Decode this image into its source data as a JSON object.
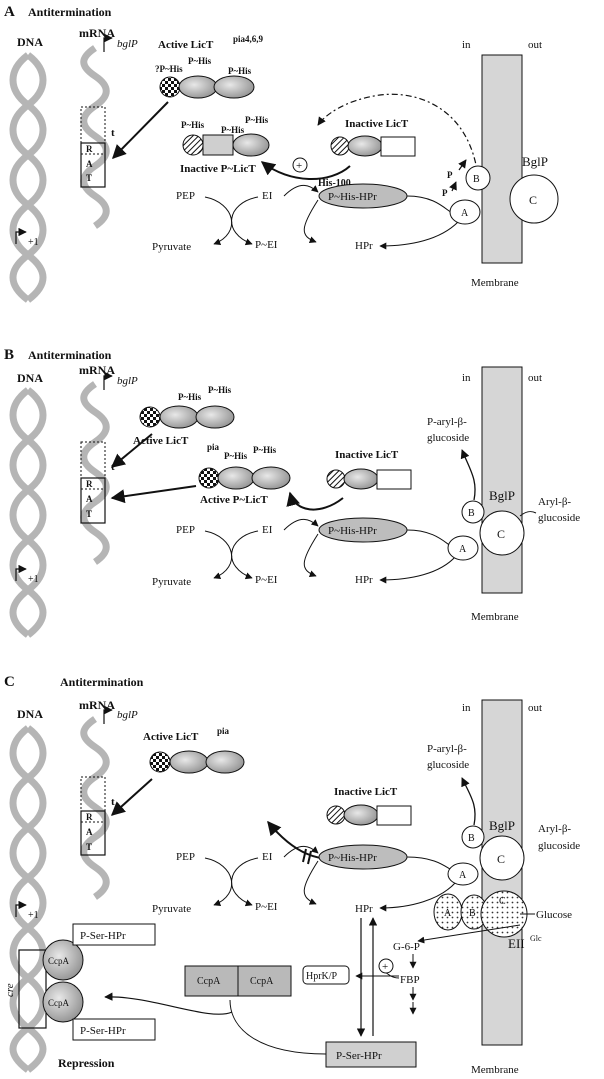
{
  "colors": {
    "dna": "#b5b5b5",
    "membrane": "#d6d6d6",
    "stroke": "#111111"
  },
  "icons": [
    "dna-helix",
    "mrna-strand",
    "domain-checkered-circle",
    "domain-hatched-circle",
    "domain-dotted-circle",
    "gray-oval",
    "gray-rectangle"
  ],
  "panelA": {
    "letter": "A",
    "title": "Antitermination",
    "dna": "DNA",
    "mrna": "mRNA",
    "gene": "bglP",
    "rat": [
      "R",
      "A",
      "T"
    ],
    "t": "t",
    "plus1": "+1",
    "active_label": "Active LicT",
    "active_sup": "pia4,6,9",
    "active_phos": [
      "?P~His",
      "P~His",
      "P~His"
    ],
    "inactive_plicT": "Inactive P~LicT",
    "inactive_plicT_phos": [
      "P~His",
      "P~His",
      "P~His"
    ],
    "inactive_licT": "Inactive LicT",
    "plus": "+",
    "his100": "His-100",
    "pep": "PEP",
    "ei": "EI",
    "pyruvate": "Pyruvate",
    "p_ei": "P~EI",
    "p_his_hpr": "P~His-HPr",
    "hpr": "HPr",
    "dom_a": "A",
    "dom_b": "B",
    "dom_c": "C",
    "p": "P",
    "bglp": "BglP",
    "in": "in",
    "out": "out",
    "membrane": "Membrane"
  },
  "panelB": {
    "letter": "B",
    "title": "Antitermination",
    "dna": "DNA",
    "mrna": "mRNA",
    "gene": "bglP",
    "rat": [
      "R",
      "A",
      "T"
    ],
    "t": "t",
    "plus1": "+1",
    "active_label": "Active LicT",
    "active_sub": "pia",
    "active_phos": [
      "P~His",
      "P~His"
    ],
    "active_plicT": "Active P~LicT",
    "active_plicT_phos": [
      "P~His",
      "P~His"
    ],
    "inactive_licT": "Inactive LicT",
    "pep": "PEP",
    "ei": "EI",
    "pyruvate": "Pyruvate",
    "p_ei": "P~EI",
    "p_his_hpr": "P~His-HPr",
    "hpr": "HPr",
    "dom_a": "A",
    "dom_b": "B",
    "dom_c": "C",
    "bglp": "BglP",
    "in": "in",
    "out": "out",
    "membrane": "Membrane",
    "p_aryl": "P-aryl-β-",
    "p_aryl2": "glucoside",
    "aryl": "Aryl-β-",
    "aryl2": "glucoside"
  },
  "panelC": {
    "letter": "C",
    "title": "Antitermination",
    "dna": "DNA",
    "mrna": "mRNA",
    "gene": "bglP",
    "rat": [
      "R",
      "A",
      "T"
    ],
    "t": "t",
    "plus1": "+1",
    "active_label": "Active LicT",
    "active_sup": "pia",
    "inactive_licT": "Inactive LicT",
    "pep": "PEP",
    "ei": "EI",
    "pyruvate": "Pyruvate",
    "p_ei": "P~EI",
    "p_his_hpr": "P~His-HPr",
    "hpr": "HPr",
    "dom_a": "A",
    "dom_b": "B",
    "dom_c": "C",
    "bglp": "BglP",
    "in": "in",
    "out": "out",
    "membrane": "Membrane",
    "p_aryl": "P-aryl-β-",
    "p_aryl2": "glucoside",
    "aryl": "Aryl-β-",
    "aryl2": "glucoside",
    "glucose": "Glucose",
    "eii": "EII",
    "glc": "Glc",
    "g6p": "G-6-P",
    "fbp": "FBP",
    "plus": "+",
    "hprk": "HprK/P",
    "ccpa": "CcpA",
    "p_ser_hpr": "P-Ser-HPr",
    "cre": "cre",
    "repression": "Repression"
  }
}
